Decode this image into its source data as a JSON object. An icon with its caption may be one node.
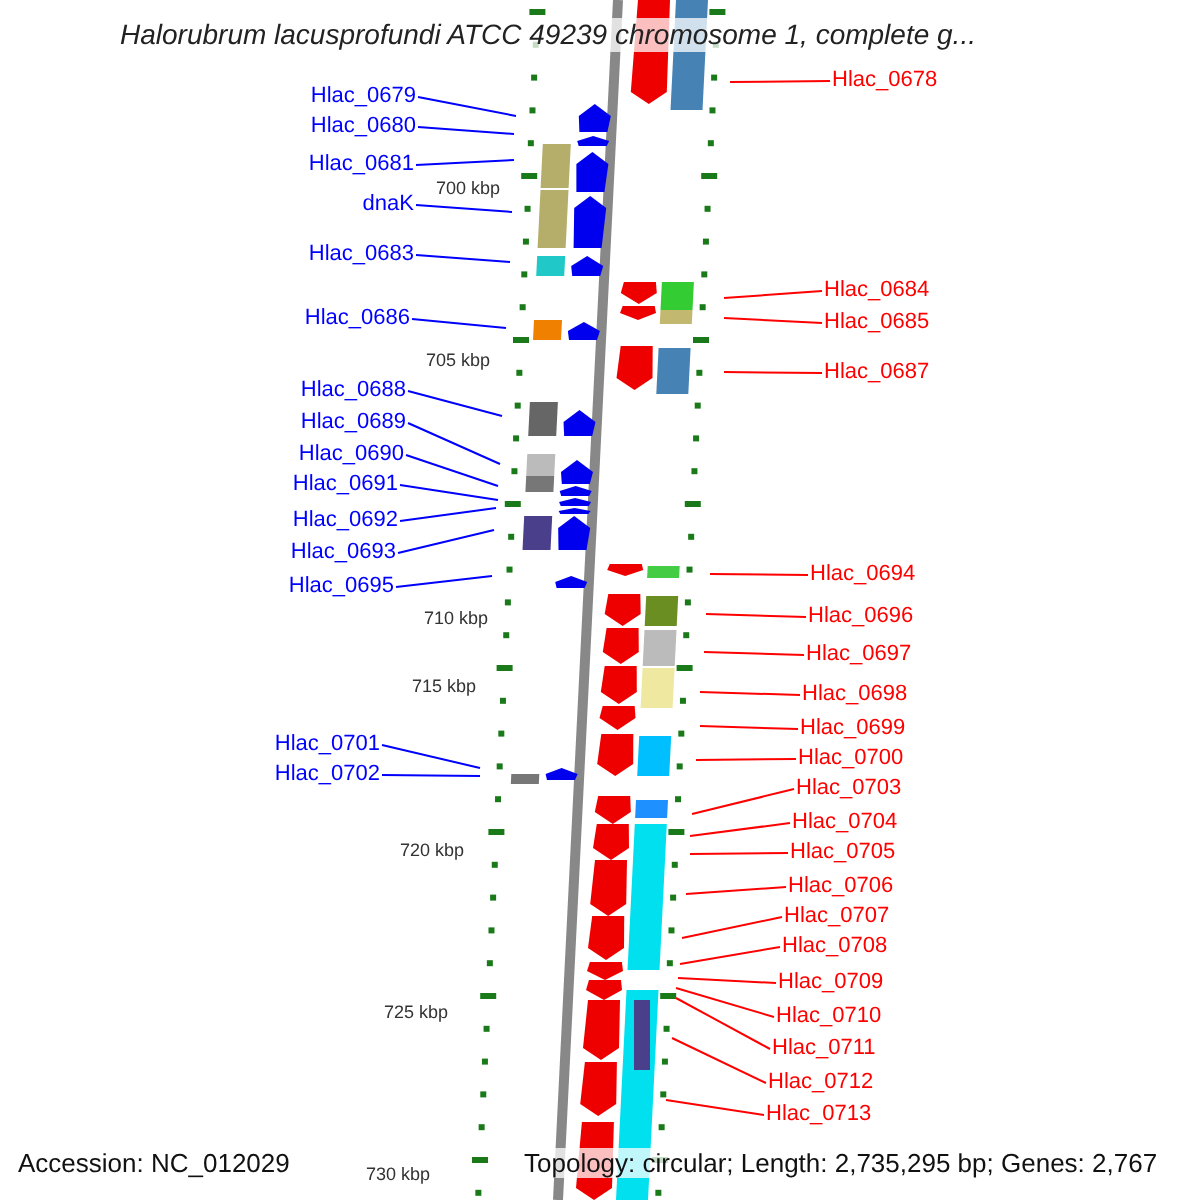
{
  "diagram": {
    "title": "Halorubrum lacusprofundi ATCC 49239 chromosome 1, complete g...",
    "nodes": [
      {
        "text": [
          "Hlac_0678"
        ]
      },
      {
        "text": [
          "Hlac_0679"
        ]
      },
      {
        "text": [
          "Hlac_0680"
        ]
      },
      {
        "text": [
          "Hlac_0681"
        ]
      },
      {
        "text": [
          "dnaK"
        ]
      },
      {
        "text": [
          "Hlac_0683"
        ]
      },
      {
        "text": [
          "Hlac_0684"
        ]
      },
      {
        "text": [
          "Hlac_0685"
        ]
      },
      {
        "text": [
          "Hlac_0686"
        ]
      },
      {
        "text": [
          "Hlac_0687"
        ]
      },
      {
        "text": [
          "Hlac_0688"
        ]
      },
      {
        "text": [
          "Hlac_0689"
        ]
      },
      {
        "text": [
          "Hlac_0690"
        ]
      },
      {
        "text": [
          "Hlac_0691"
        ]
      },
      {
        "text": [
          "Hlac_0692"
        ]
      },
      {
        "text": [
          "Hlac_0693"
        ]
      },
      {
        "text": [
          "Hlac_0694"
        ]
      },
      {
        "text": [
          "Hlac_0695"
        ]
      },
      {
        "text": [
          "Hlac_0696"
        ]
      },
      {
        "text": [
          "Hlac_0697"
        ]
      },
      {
        "text": [
          "Hlac_0698"
        ]
      },
      {
        "text": [
          "Hlac_0699"
        ]
      },
      {
        "text": [
          "Hlac_0700"
        ]
      },
      {
        "text": [
          "Hlac_0701"
        ]
      },
      {
        "text": [
          "Hlac_0702"
        ]
      },
      {
        "text": [
          "Hlac_0703"
        ]
      },
      {
        "text": [
          "Hlac_0704"
        ]
      },
      {
        "text": [
          "Hlac_0705"
        ]
      },
      {
        "text": [
          "Hlac_0706"
        ]
      },
      {
        "text": [
          "Hlac_0707"
        ]
      },
      {
        "text": [
          "Hlac_0708"
        ]
      },
      {
        "text": [
          "Hlac_0709"
        ]
      },
      {
        "text": [
          "Hlac_0710"
        ]
      },
      {
        "text": [
          "Hlac_0711"
        ]
      },
      {
        "text": [
          "Hlac_0712"
        ]
      },
      {
        "text": [
          "Hlac_0713"
        ]
      }
    ],
    "edges": [
      {
        "from": 0,
        "to": null,
        "arrow": "none"
      },
      {
        "from": 1,
        "to": null,
        "arrow": "none",
        "color": "#0000ff"
      },
      {
        "from": 2,
        "to": null,
        "arrow": "none",
        "color": "#0000ff"
      },
      {
        "from": 3,
        "to": null,
        "arrow": "none",
        "color": "#0000ff"
      },
      {
        "from": 4,
        "to": null,
        "arrow": "none",
        "color": "#0000ff"
      },
      {
        "from": 5,
        "to": null,
        "arrow": "none",
        "color": "#0000ff"
      },
      {
        "from": 6,
        "to": null,
        "arrow": "none"
      },
      {
        "from": 7,
        "to": null,
        "arrow": "none"
      },
      {
        "from": 8,
        "to": null,
        "arrow": "none",
        "color": "#0000ff"
      },
      {
        "from": 9,
        "to": null,
        "arrow": "none"
      },
      {
        "from": 10,
        "to": null,
        "arrow": "none",
        "color": "#0000ff"
      },
      {
        "from": 11,
        "to": null,
        "arrow": "none",
        "color": "#0000ff"
      },
      {
        "from": 12,
        "to": null,
        "arrow": "none",
        "color": "#0000ff"
      },
      {
        "from": 13,
        "to": null,
        "arrow": "none",
        "color": "#0000ff"
      },
      {
        "from": 14,
        "to": null,
        "arrow": "none",
        "color": "#0000ff"
      },
      {
        "from": 15,
        "to": null,
        "arrow": "none",
        "color": "#0000ff"
      },
      {
        "from": 16,
        "to": null,
        "arrow": "none"
      },
      {
        "from": 17,
        "to": null,
        "arrow": "none",
        "color": "#0000ff"
      },
      {
        "from": 18,
        "to": null,
        "arrow": "none"
      },
      {
        "from": 19,
        "to": null,
        "arrow": "none"
      },
      {
        "from": 20,
        "to": null,
        "arrow": "none"
      },
      {
        "from": 21,
        "to": null,
        "arrow": "none"
      },
      {
        "from": 22,
        "to": null,
        "arrow": "none"
      },
      {
        "from": 23,
        "to": null,
        "arrow": "none",
        "color": "#0000ff"
      },
      {
        "from": 24,
        "to": null,
        "arrow": "none",
        "color": "#0000ff"
      },
      {
        "from": 25,
        "to": null,
        "arrow": "none"
      },
      {
        "from": 26,
        "to": null,
        "arrow": "none"
      },
      {
        "from": 27,
        "to": null,
        "arrow": "none"
      },
      {
        "from": 28,
        "to": null,
        "arrow": "none"
      },
      {
        "from": 29,
        "to": null,
        "arrow": "none"
      },
      {
        "from": 30,
        "to": null,
        "arrow": "none"
      },
      {
        "from": 31,
        "to": null,
        "arrow": "none"
      },
      {
        "from": 32,
        "to": null,
        "arrow": "none"
      },
      {
        "from": 33,
        "to": null,
        "arrow": "none"
      },
      {
        "from": 34,
        "to": null,
        "arrow": "none"
      },
      {
        "from": 35,
        "to": null,
        "arrow": "none"
      }
    ],
    "labels": [
      "700 kbp",
      "705 kbp",
      "710 kbp",
      "715 kbp",
      "720 kbp",
      "725 kbp",
      "Accession: NC_012029",
      "730 kbp",
      "Topology: circular; Length: 2,735,295 bp; Genes: 2,767"
    ]
  }
}
